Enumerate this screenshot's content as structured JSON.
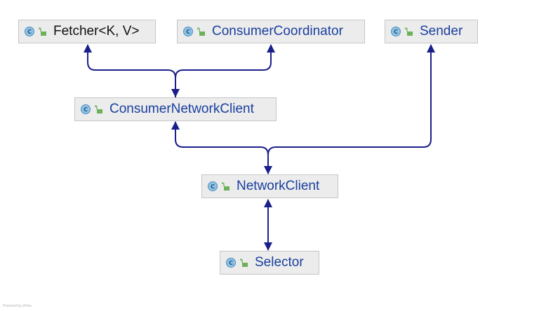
{
  "diagram": {
    "colors": {
      "edge": "#1b1f8a",
      "node_fill": "#ececec",
      "node_border": "#c6c6c6",
      "label": "#1a3f9e"
    },
    "nodes": [
      {
        "id": "fetcher",
        "label": "Fetcher<K, V>",
        "icons": [
          "class-icon",
          "lock-open-icon"
        ]
      },
      {
        "id": "consumer_coordinator",
        "label": "ConsumerCoordinator",
        "icons": [
          "class-icon",
          "lock-open-icon"
        ]
      },
      {
        "id": "sender",
        "label": "Sender",
        "icons": [
          "class-icon",
          "lock-open-icon"
        ]
      },
      {
        "id": "consumer_network_client",
        "label": "ConsumerNetworkClient",
        "icons": [
          "class-icon",
          "lock-open-icon"
        ]
      },
      {
        "id": "network_client",
        "label": "NetworkClient",
        "icons": [
          "class-icon",
          "lock-open-icon"
        ]
      },
      {
        "id": "selector",
        "label": "Selector",
        "icons": [
          "class-icon",
          "lock-open-icon"
        ]
      }
    ],
    "edges": [
      {
        "from": "consumer_network_client",
        "to": "fetcher"
      },
      {
        "from": "consumer_network_client",
        "to": "consumer_coordinator"
      },
      {
        "from": "network_client",
        "to": "consumer_network_client"
      },
      {
        "from": "network_client",
        "to": "sender"
      },
      {
        "from": "selector",
        "to": "network_client"
      },
      {
        "from": "network_client",
        "to": "selector"
      }
    ],
    "class_glyph": "C",
    "footer": "Powered by yFiles"
  }
}
